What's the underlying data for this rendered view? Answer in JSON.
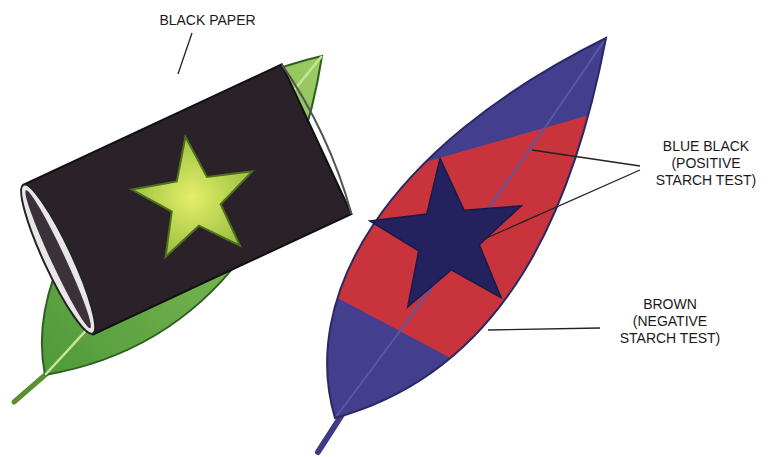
{
  "diagram": {
    "labels": [
      "BLACK PAPER",
      "BLUE BLACK (POSITIVE STARCH TEST)",
      "BROWN (NEGATIVE STARCH TEST)"
    ]
  }
}
